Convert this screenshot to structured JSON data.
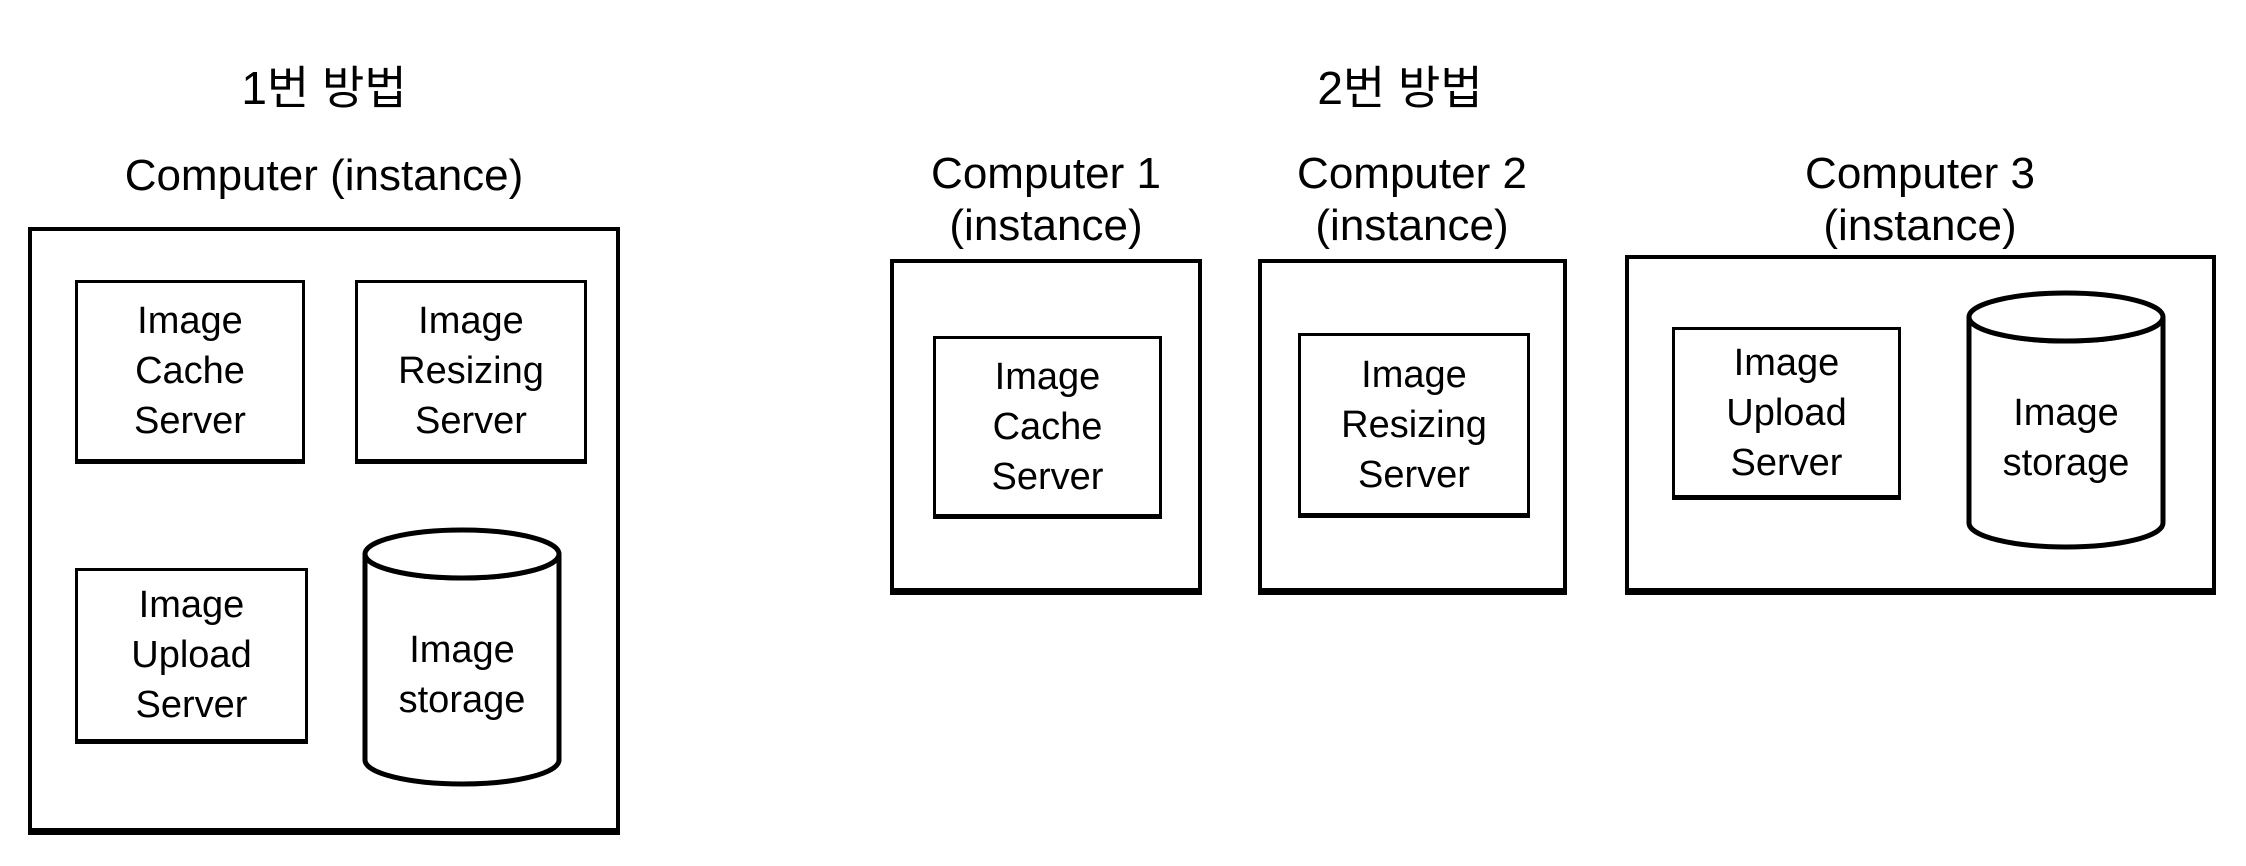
{
  "page": {
    "background": "#ffffff",
    "ink": "#000000"
  },
  "method1": {
    "title": "1번 방법",
    "computer": {
      "label": "Computer (instance)",
      "servers": [
        {
          "name": "image-cache-server",
          "label": "Image\nCache\nServer"
        },
        {
          "name": "image-resizing-server",
          "label": "Image\nResizing\nServer"
        },
        {
          "name": "image-upload-server",
          "label": "Image\nUpload\nServer"
        }
      ],
      "storage": {
        "name": "image-storage",
        "label": "Image\nstorage"
      }
    }
  },
  "method2": {
    "title": "2번 방법",
    "computers": [
      {
        "label": "Computer 1\n(instance)",
        "servers": [
          {
            "name": "image-cache-server",
            "label": "Image\nCache\nServer"
          }
        ]
      },
      {
        "label": "Computer 2\n(instance)",
        "servers": [
          {
            "name": "image-resizing-server",
            "label": "Image\nResizing\nServer"
          }
        ]
      },
      {
        "label": "Computer 3\n(instance)",
        "servers": [
          {
            "name": "image-upload-server",
            "label": "Image\nUpload\nServer"
          }
        ],
        "storage": {
          "name": "image-storage",
          "label": "Image\nstorage"
        }
      }
    ]
  }
}
